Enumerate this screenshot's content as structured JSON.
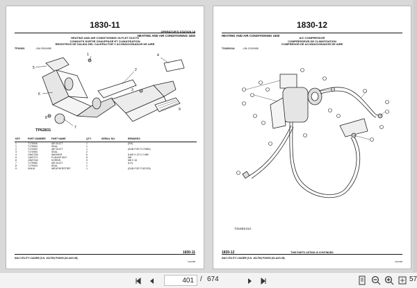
{
  "left_page": {
    "number": "1830-11",
    "header_right": "OPERATOR'S STATION 18",
    "section": "HEATING AND AIR CONDITIONING 1830",
    "titles": [
      "HEATING AND AIR CONDITIONING OUTLET DUCTS",
      "CONDUITS SORTIE CHAUFFAGE ET CLIMATISATION",
      "REGISTROS DE SALIDA DEL CALEFACTOR Y ACONDICIONADOR DE AIRE"
    ],
    "tp_id": "TP62831",
    "tp_ref": "-UN-03JUN98",
    "figure_label": "TP62831",
    "callouts": [
      "1",
      "2",
      "3",
      "4",
      "5",
      "6",
      "7",
      "8",
      "9"
    ],
    "table_headers": [
      "KEY",
      "PART NUMBER",
      "PART NAME",
      "QTY.",
      "SERIAL NO.",
      "REMARKS"
    ],
    "rows": [
      [
        "1",
        "T175946",
        "AIR DUCT",
        "1",
        "",
        "(RH)"
      ],
      [
        "1",
        "T175964",
        "SEAL",
        "1",
        "",
        ""
      ],
      [
        "2",
        "T170900",
        "AIR DUCT",
        "1",
        "",
        "(SUB FOR T170950)"
      ],
      [
        "3",
        "T170950",
        "SEAL",
        "2",
        "",
        ""
      ],
      [
        "4",
        "24M7026",
        "WASHER",
        "6",
        "",
        "8.6ID X 20 X 2 MM"
      ],
      [
        "5",
        "14M7271",
        "FLANGE NUT",
        "6",
        "",
        "M8"
      ],
      [
        "6",
        "15M7043",
        "SCREW",
        "3",
        "",
        "M8 X 16"
      ],
      [
        "7",
        "T175980",
        "AIR DUCT",
        "1",
        "",
        "(LH)"
      ],
      [
        "8",
        "T170943",
        "SEAL",
        "1",
        "",
        ""
      ],
      [
        "9",
        "H0416",
        "WEATHERSTRIP",
        "1",
        "",
        "(SUB FOR T187478)"
      ]
    ],
    "footer_number": "1830-11",
    "footer_small": "Flash98",
    "footer_text": "844J UTILITY LOADER (S.N. -611750)    PC6000    (03-AUG-98)"
  },
  "right_page": {
    "number": "1830-12",
    "section": "HEATING AND AIR CONDITIONING 1830",
    "titles": [
      "A/C COMPRESSOR",
      "COMPRESSEUR DE CLIMATISATION",
      "COMPRESOR DE ACONDICIONADOR DE AIRE"
    ],
    "tp_id": "T3160041A",
    "tp_ref": "-UN-12JUN98",
    "figure_label": "T3160241A",
    "continued": "THIS PARTS LISTING IS CONTINUED",
    "footer_number": "1830-12",
    "footer_small": "Flash98",
    "footer_text": "844J UTILITY LOADER (S.N. -611750)    PC6000    (03-AUG-98)"
  },
  "toolbar": {
    "page_current": "401",
    "page_separator": "/",
    "page_total": "674",
    "zoom": "57"
  }
}
